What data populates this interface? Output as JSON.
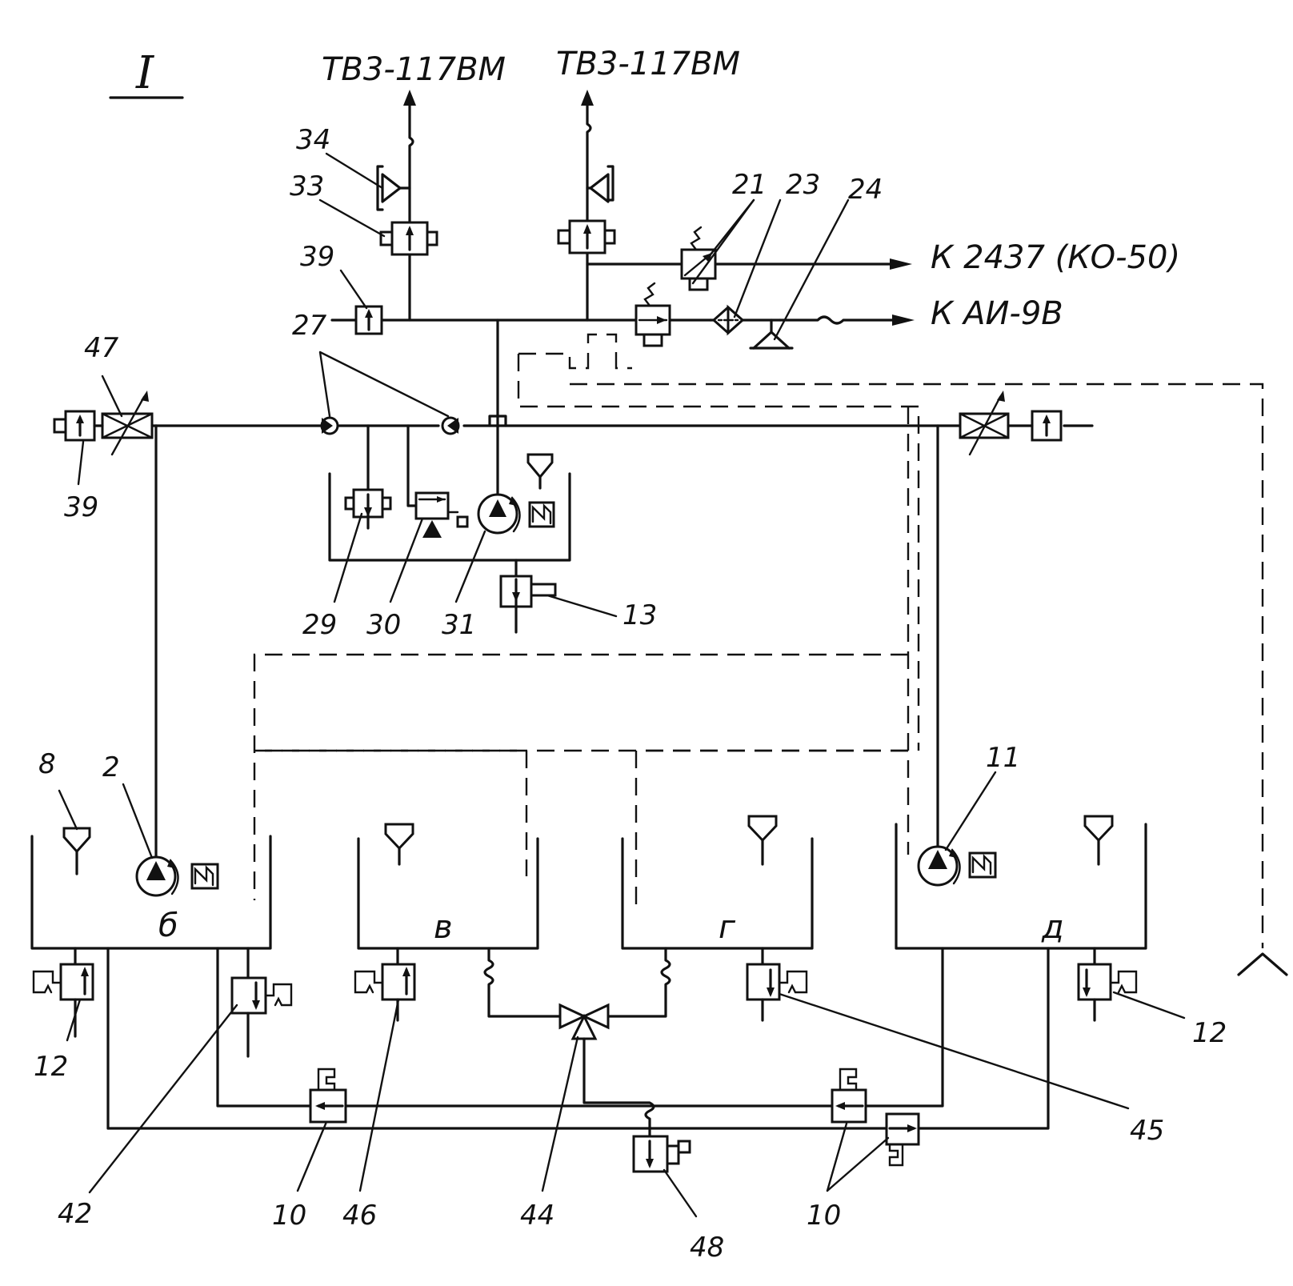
{
  "header": {
    "section": "I"
  },
  "destinations": {
    "engine_left": "ТВ3-117ВМ",
    "engine_right": "ТВ3-117ВМ",
    "heater": "К  2437  (КО-50)",
    "apu": "К  АИ-9В"
  },
  "tanks": {
    "b": "б",
    "v": "в",
    "g": "г",
    "d": "д"
  },
  "labels": {
    "n34": "34",
    "n33": "33",
    "n39_top": "39",
    "n27": "27",
    "n21": "21",
    "n23": "23",
    "n24": "24",
    "n47": "47",
    "n39_left": "39",
    "n29": "29",
    "n30": "30",
    "n31": "31",
    "n13": "13",
    "n8": "8",
    "n2": "2",
    "n11": "11",
    "n12_left": "12",
    "n12_right": "12",
    "n42": "42",
    "n10_left": "10",
    "n46": "46",
    "n44": "44",
    "n48": "48",
    "n10_right": "10",
    "n45": "45"
  }
}
